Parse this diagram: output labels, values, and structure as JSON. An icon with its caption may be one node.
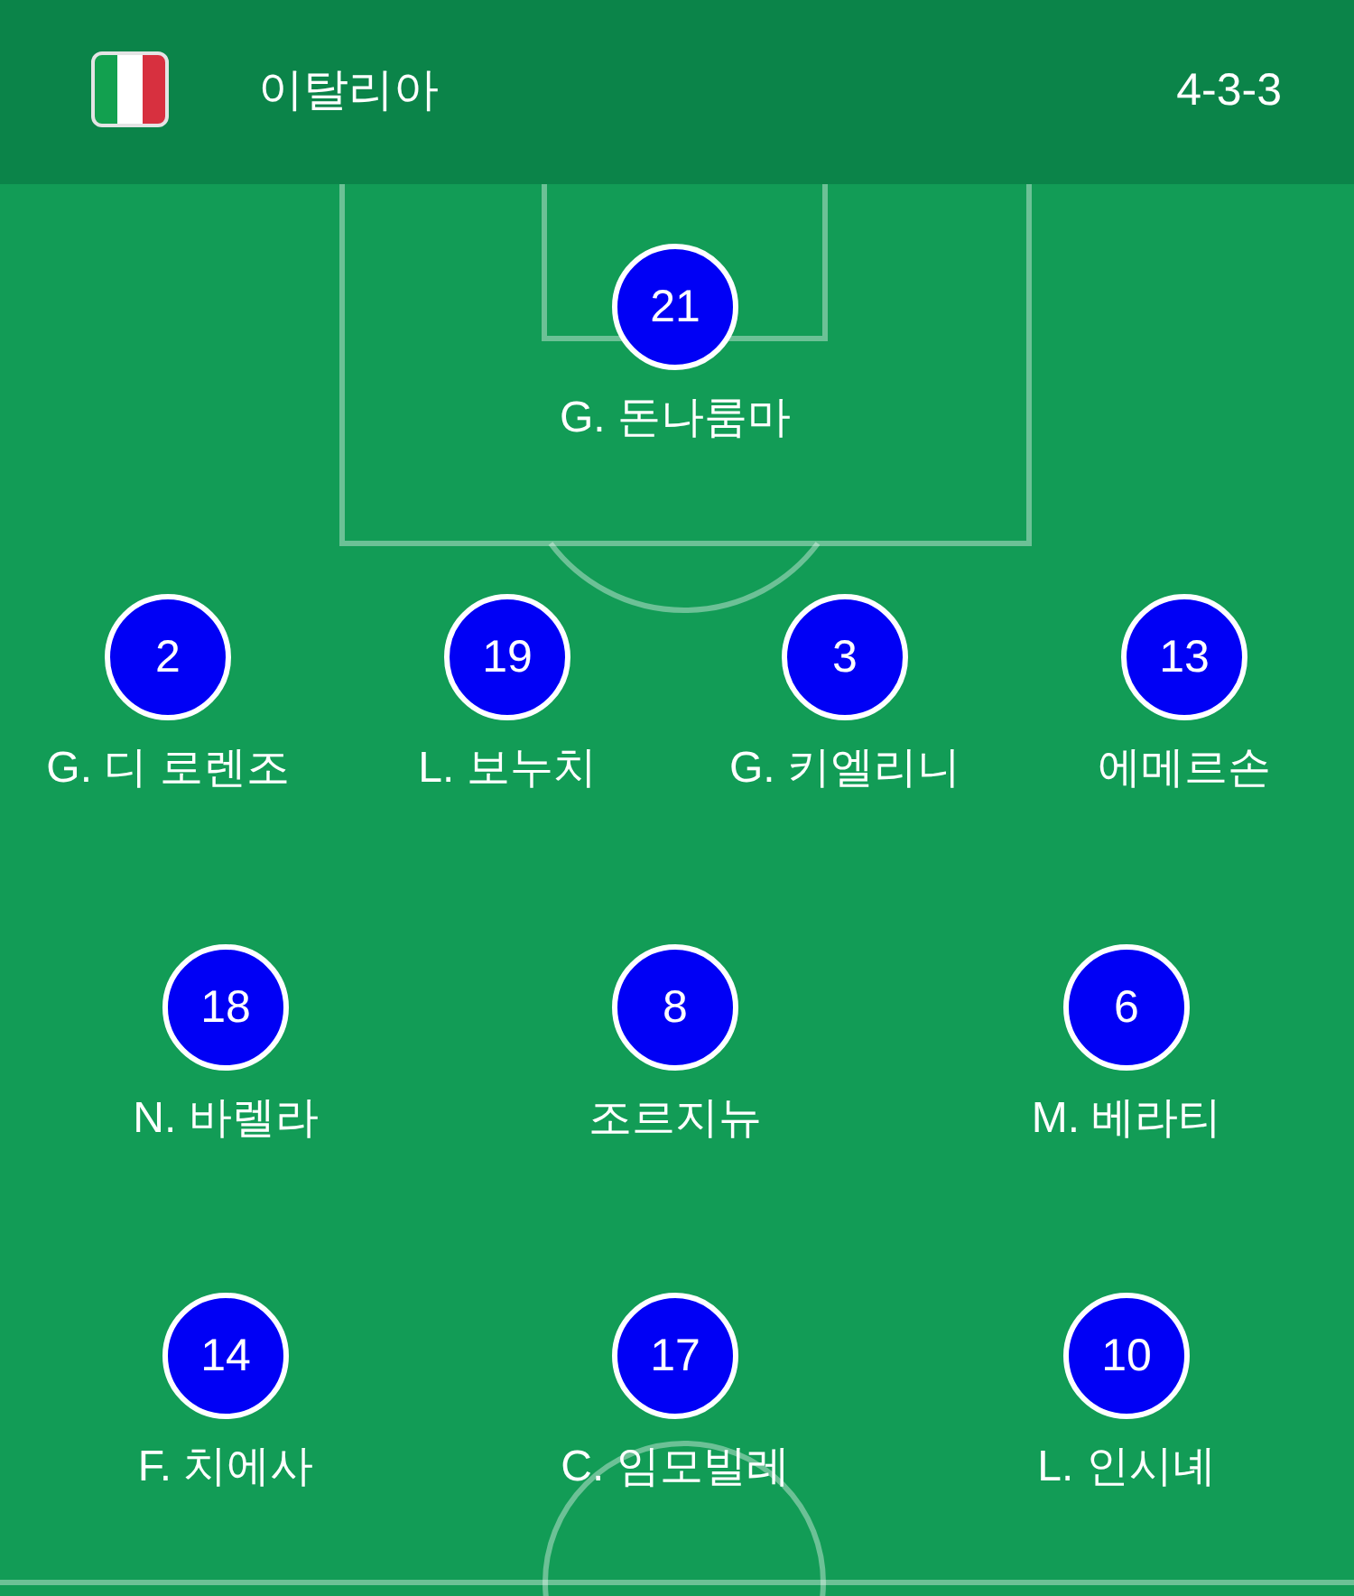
{
  "diagram": {
    "title": "이탈리아",
    "nodes": [
      {
        "text": [
          "21"
        ],
        "beside": [
          "G. 돈나룸마"
        ]
      },
      {
        "text": [
          "2"
        ],
        "beside": [
          "G. 디 로렌조"
        ]
      },
      {
        "text": [
          "19"
        ],
        "beside": [
          "L. 보누치"
        ]
      },
      {
        "text": [
          "3"
        ],
        "beside": [
          "G. 키엘리니"
        ]
      },
      {
        "text": [
          "13"
        ],
        "beside": [
          "에메르손"
        ]
      },
      {
        "text": [
          "18"
        ],
        "beside": [
          "N. 바렐라"
        ]
      },
      {
        "text": [
          "8"
        ],
        "beside": [
          "조르지뉴"
        ]
      },
      {
        "text": [
          "6"
        ],
        "beside": [
          "M. 베라티"
        ]
      },
      {
        "text": [
          "14"
        ],
        "beside": [
          "F. 치에사"
        ]
      },
      {
        "text": [
          "17"
        ],
        "beside": [
          "C. 임모빌레"
        ]
      },
      {
        "text": [
          "10"
        ],
        "beside": [
          "L. 인시녜"
        ]
      }
    ],
    "labels": [
      "4-3-3"
    ]
  }
}
